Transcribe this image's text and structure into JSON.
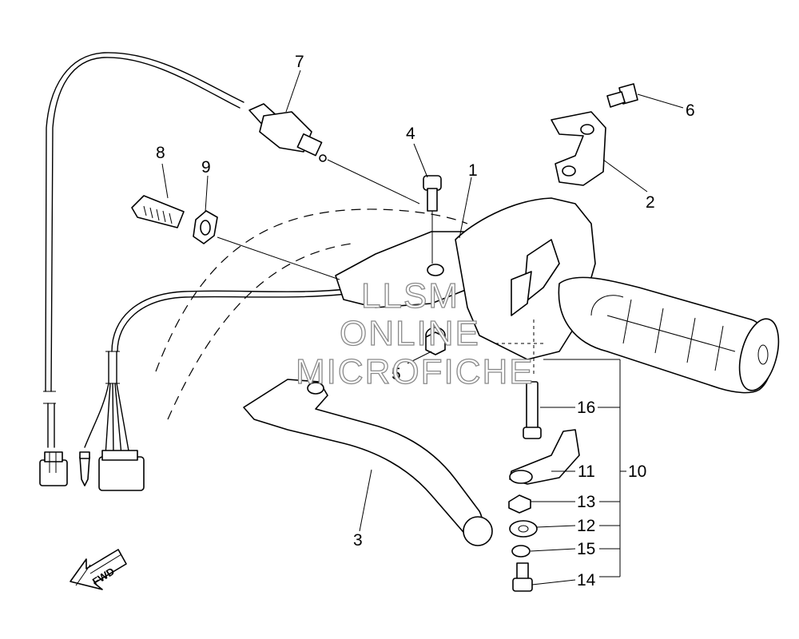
{
  "diagram": {
    "callouts": [
      {
        "id": "c1",
        "text": "1"
      },
      {
        "id": "c2",
        "text": "2"
      },
      {
        "id": "c3",
        "text": "3"
      },
      {
        "id": "c4",
        "text": "4"
      },
      {
        "id": "c5",
        "text": "5"
      },
      {
        "id": "c6",
        "text": "6"
      },
      {
        "id": "c7",
        "text": "7"
      },
      {
        "id": "c8",
        "text": "8"
      },
      {
        "id": "c9",
        "text": "9"
      },
      {
        "id": "c10",
        "text": "10"
      },
      {
        "id": "c11",
        "text": "11"
      },
      {
        "id": "c12",
        "text": "12"
      },
      {
        "id": "c13",
        "text": "13"
      },
      {
        "id": "c14",
        "text": "14"
      },
      {
        "id": "c15",
        "text": "15"
      },
      {
        "id": "c16",
        "text": "16"
      }
    ],
    "direction_label": "FWD",
    "watermark": {
      "line1": "LLSM",
      "line2": "ONLINE",
      "line3": "MICROFICHE"
    }
  }
}
